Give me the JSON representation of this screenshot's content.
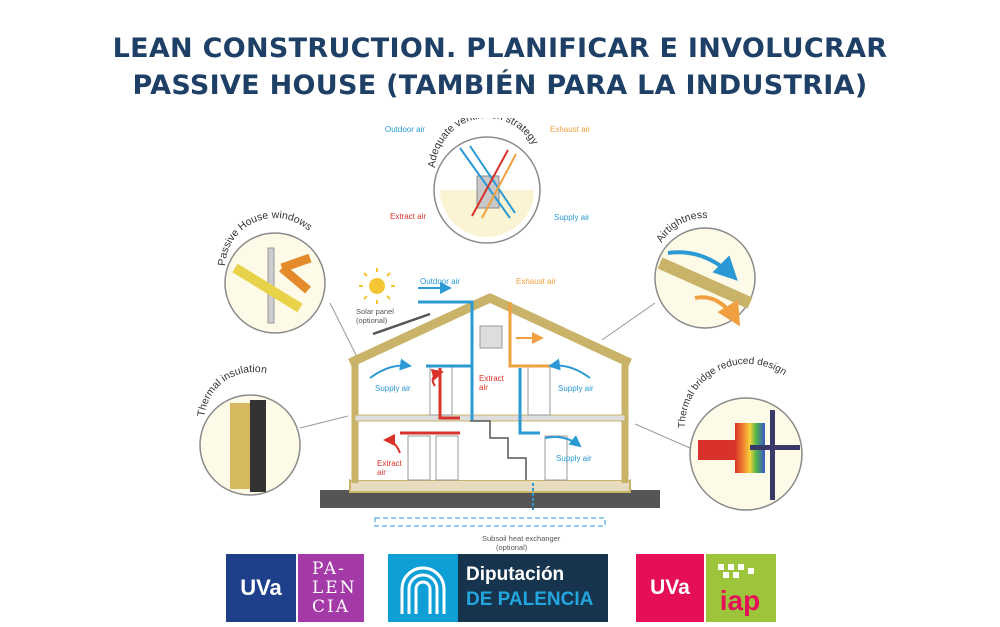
{
  "title": {
    "line1": "LEAN CONSTRUCTION. PLANIFICAR E INVOLUCRAR",
    "line2": "PASSIVE HOUSE (TAMBIÉN PARA LA INDUSTRIA)"
  },
  "diagram": {
    "ventilation": {
      "heading": "Adequate ventilation strategy",
      "outdoor_air": "Outdoor air",
      "exhaust_air": "Exhaust air",
      "extract_air": "Extract air",
      "supply_air": "Supply air"
    },
    "windows_heading": "Passive House windows",
    "airtightness_heading": "Airtightness",
    "insulation_heading": "Thermal insulation",
    "thermal_bridge_heading": "Thermal bridge reduced design",
    "house": {
      "outdoor_air": "Outdoor air",
      "exhaust_air": "Exhaust air",
      "solar_panel_l1": "Solar panel",
      "solar_panel_l2": "(optional)",
      "supply_air_1": "Supply air",
      "supply_air_2": "Supply air",
      "supply_air_3": "Supply air",
      "extract_air_upper_l1": "Extract",
      "extract_air_upper_l2": "air",
      "extract_air_lower_l1": "Extract",
      "extract_air_lower_l2": "air",
      "subsoil_l1": "Subsoil heat exchanger",
      "subsoil_l2": "(optional)"
    }
  },
  "logos": {
    "uva_1": "UVa",
    "palencia_l1": "PA-",
    "palencia_l2": "LEN",
    "palencia_l3": "CIA",
    "diputacion_l1": "Diputación",
    "diputacion_l2": "DE PALENCIA",
    "uva_2": "UVa",
    "iap": "iap"
  },
  "colors": {
    "title": "#1e3f66",
    "house_frame": "#c8b368",
    "supply_blue": "#2b9ad4",
    "extract_red": "#d8322a",
    "exhaust_orange": "#f0a040",
    "uva_blue": "#1e3f8a",
    "palencia_purple": "#a43aa8",
    "diputacion_cyan": "#0e9fd6",
    "diputacion_navy": "#17344f",
    "uva_pink": "#e40f58",
    "iap_green": "#9dc53c"
  }
}
